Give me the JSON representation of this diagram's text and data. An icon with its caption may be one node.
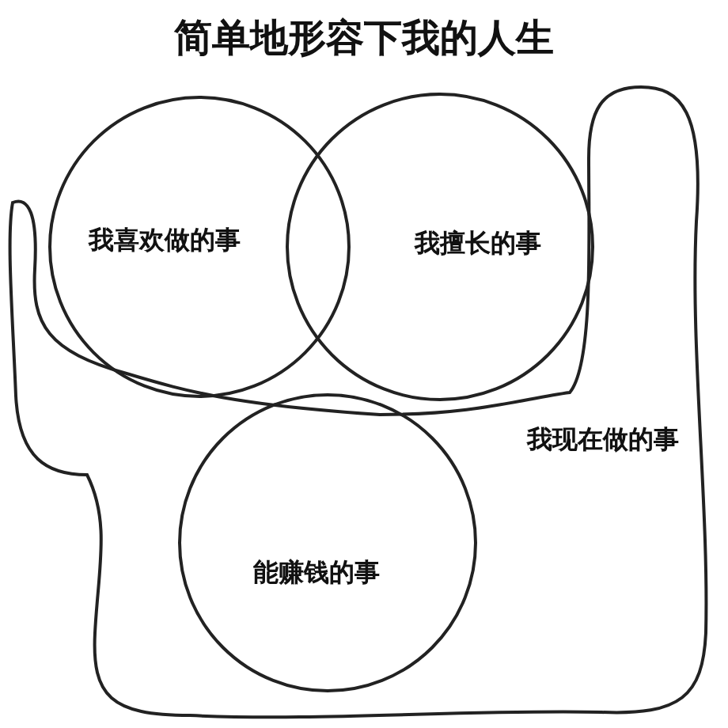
{
  "diagram": {
    "title": "简单地形容下我的人生",
    "nodes": [
      {
        "text": [
          "我喜欢做的事"
        ]
      },
      {
        "text": [
          "我擅长的事"
        ]
      },
      {
        "text": [
          "我现在做的事"
        ]
      },
      {
        "text": [
          "能赚钱的事"
        ],
        "in": 2
      }
    ],
    "edges": []
  }
}
